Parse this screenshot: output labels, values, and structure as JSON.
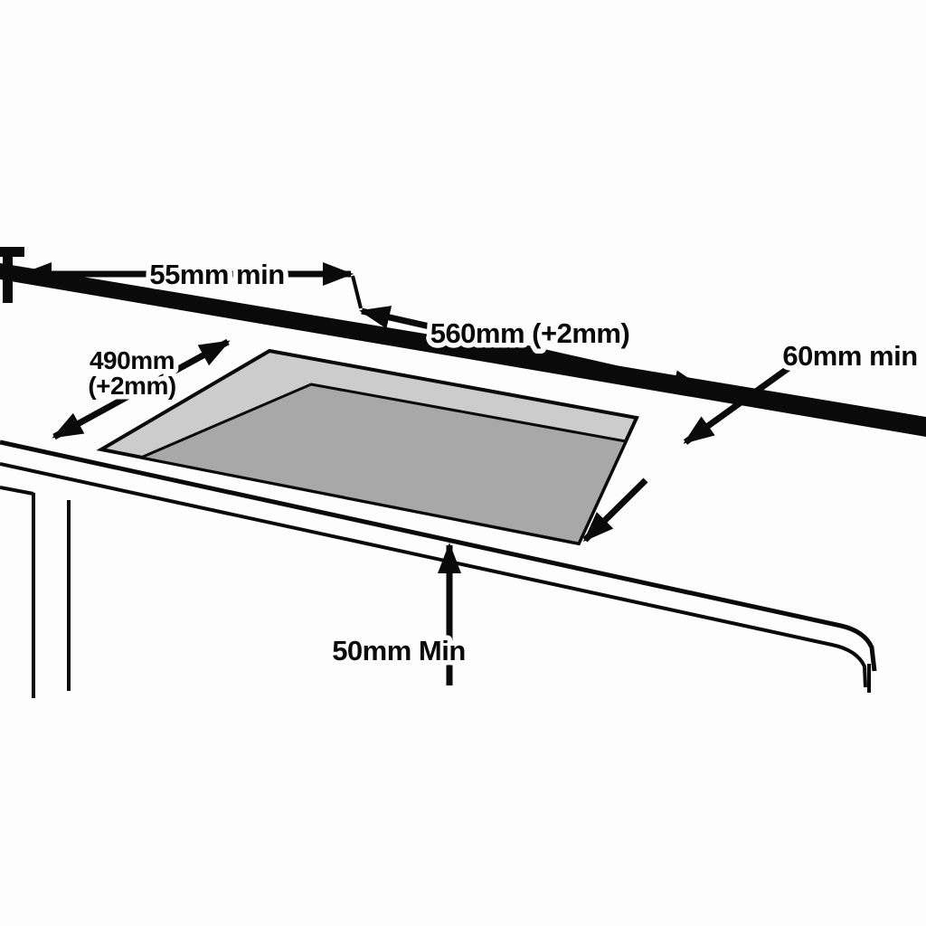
{
  "diagram": {
    "description": "Worktop cut-out installation dimensions",
    "colors": {
      "background": "#fdfdfd",
      "ink": "#0a0a0a",
      "cutout_wall_fill": "#cccccc",
      "cutout_hole_fill": "#a8a8a8"
    },
    "labels": {
      "top_clearance": "55mm min",
      "cutout_width": "560mm (+2mm)",
      "cutout_depth_line1": "490mm",
      "cutout_depth_line2": "(+2mm)",
      "side_clearance": "60mm min",
      "bottom_clearance": "50mm Min"
    }
  }
}
